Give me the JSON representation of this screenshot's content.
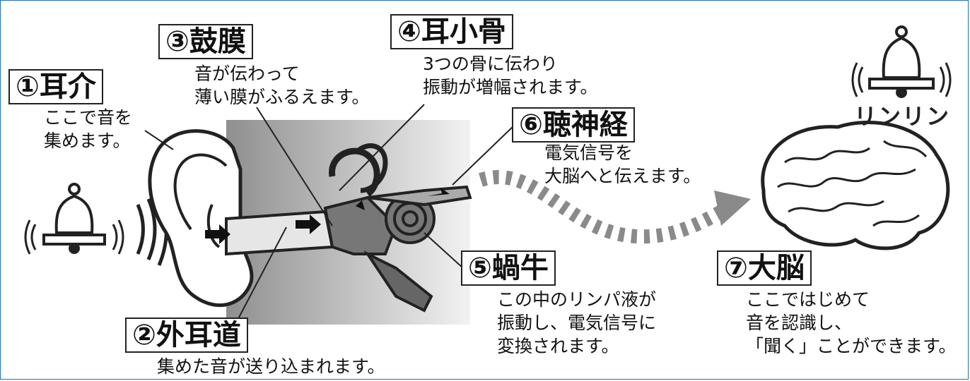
{
  "labels": {
    "pinna": {
      "title": "①耳介",
      "desc": "ここで音を\n集めます。"
    },
    "ear_canal": {
      "title": "②外耳道",
      "desc": "集めた音が送り込まれます。"
    },
    "eardrum": {
      "title": "③鼓膜",
      "desc": "音が伝わって\n薄い膜がふるえます。"
    },
    "ossicles": {
      "title": "④耳小骨",
      "desc": "3つの骨に伝わり\n振動が増幅されます。"
    },
    "cochlea": {
      "title": "⑤蝸牛",
      "desc": "この中のリンパ液が\n振動し、電気信号に\n変換されます。"
    },
    "auditory_nerve": {
      "title": "⑥聴神経",
      "desc": "電気信号を\n大脳へと伝えます。"
    },
    "cerebrum": {
      "title": "⑦大脳",
      "desc": "ここではじめて\n音を認識し、\n「聞く」ことができます。"
    }
  },
  "sound_text": "リンリン",
  "colors": {
    "accent": "#1f6fb5",
    "line": "#222222",
    "gray": "#8a8a8a",
    "light_gray": "#d9d9d9"
  }
}
